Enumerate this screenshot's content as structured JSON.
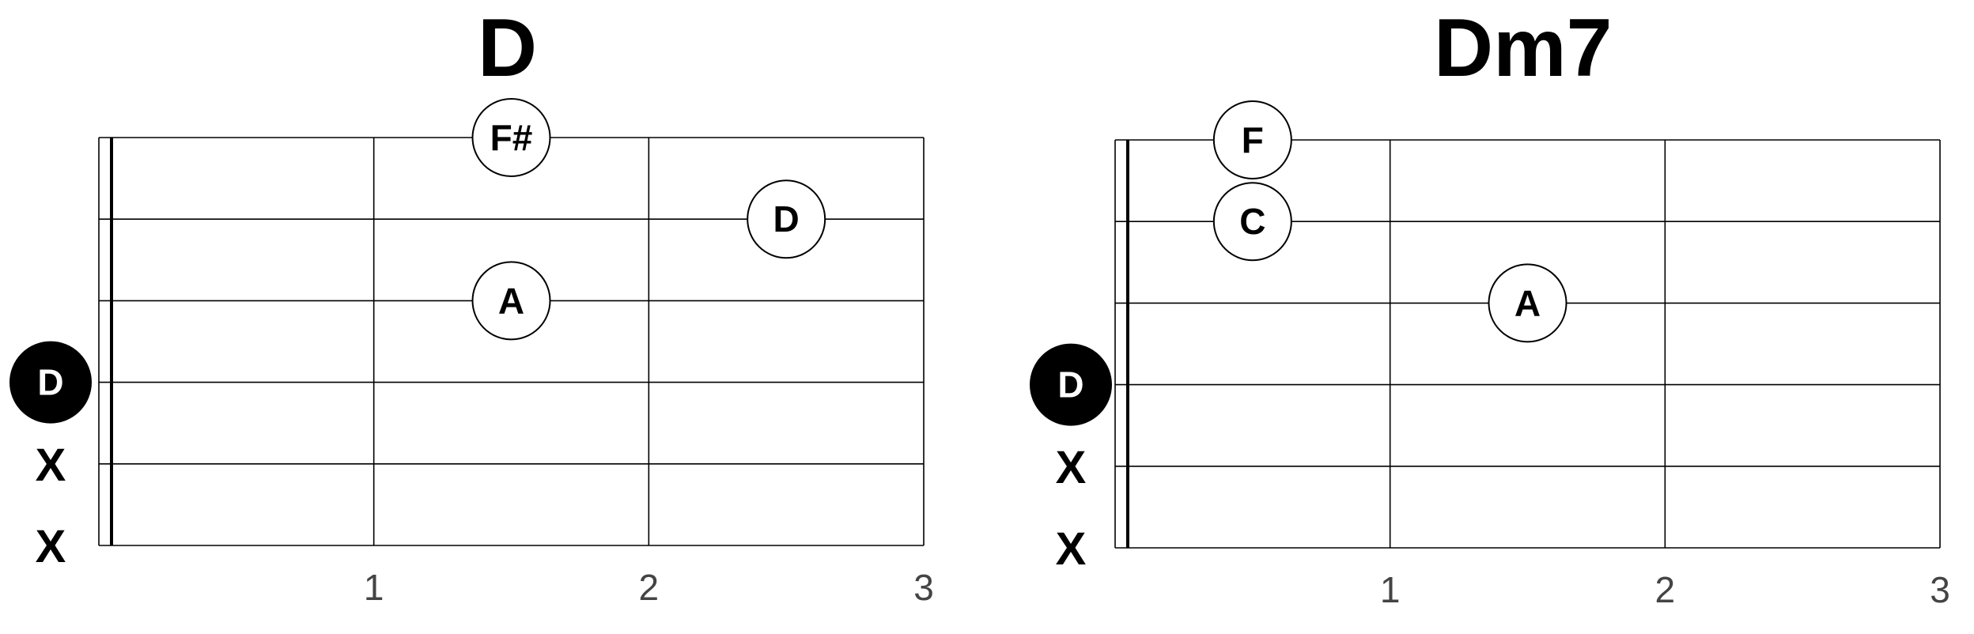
{
  "diagram": {
    "fret_numbers": [
      "1",
      "2",
      "3"
    ],
    "strings_per_chord": 6,
    "frets_shown": 3,
    "colors": {
      "line": "#000000",
      "fret_number": "#444444",
      "root_fill": "#000000",
      "root_text": "#ffffff",
      "note_fill": "#ffffff",
      "note_text": "#000000"
    }
  },
  "chords": [
    {
      "name": "D",
      "notes": [
        {
          "string": 1,
          "fret": 2,
          "label": "F#",
          "root": false
        },
        {
          "string": 2,
          "fret": 3,
          "label": "D",
          "root": false
        },
        {
          "string": 3,
          "fret": 2,
          "label": "A",
          "root": false
        },
        {
          "string": 4,
          "fret": 0,
          "label": "D",
          "root": true
        }
      ],
      "muted": [
        {
          "string": 5,
          "label": "X"
        },
        {
          "string": 6,
          "label": "X"
        }
      ]
    },
    {
      "name": "Dm7",
      "notes": [
        {
          "string": 1,
          "fret": 1,
          "label": "F",
          "root": false
        },
        {
          "string": 2,
          "fret": 1,
          "label": "C",
          "root": false
        },
        {
          "string": 3,
          "fret": 2,
          "label": "A",
          "root": false
        },
        {
          "string": 4,
          "fret": 0,
          "label": "D",
          "root": true
        }
      ],
      "muted": [
        {
          "string": 5,
          "label": "X"
        },
        {
          "string": 6,
          "label": "X"
        }
      ]
    }
  ]
}
